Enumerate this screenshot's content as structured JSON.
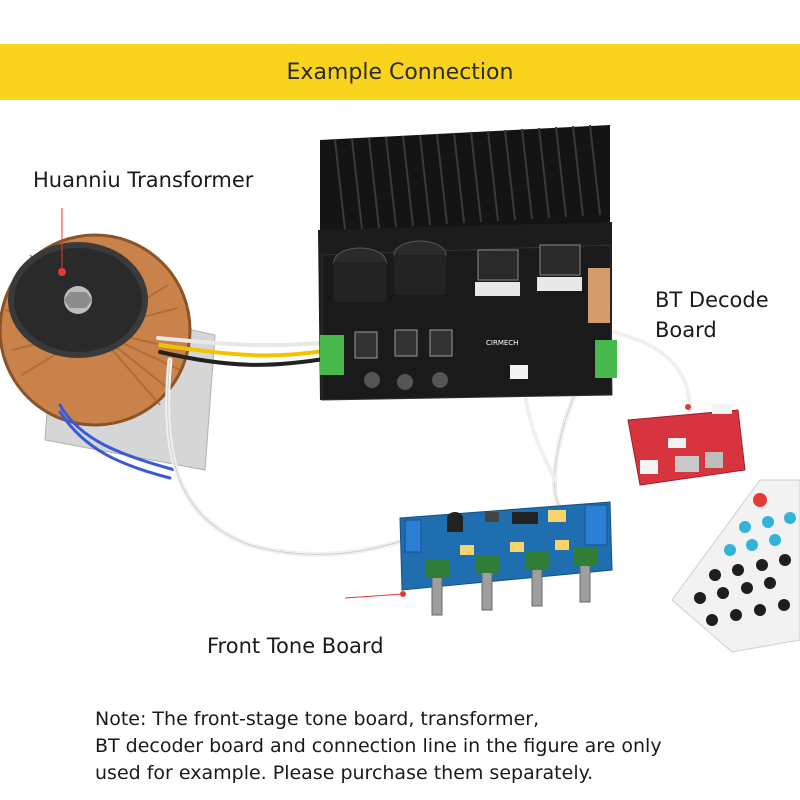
{
  "banner": {
    "title": "Example Connection"
  },
  "labels": {
    "transformer": "Huanniu Transformer",
    "bt_board_line1": "BT Decode",
    "bt_board_line2": "Board",
    "tone_board": "Front Tone Board"
  },
  "board_print": {
    "brand": "CIRMECH"
  },
  "note": {
    "line1": "Note: The front-stage tone board, transformer,",
    "line2": "BT decoder board and connection line in the figure are only",
    "line3": "used for example. Please purchase them separately."
  },
  "colors": {
    "banner": "#f9d31c",
    "heatsink": "#141414",
    "amp_pcb": "#1a1a1a",
    "tone_pcb": "#1f6fb0",
    "bt_pcb": "#d8343f",
    "transformer_copper": "#c9834a",
    "remote": "#f2f2f2",
    "remote_buttons": "#33b3d8"
  }
}
